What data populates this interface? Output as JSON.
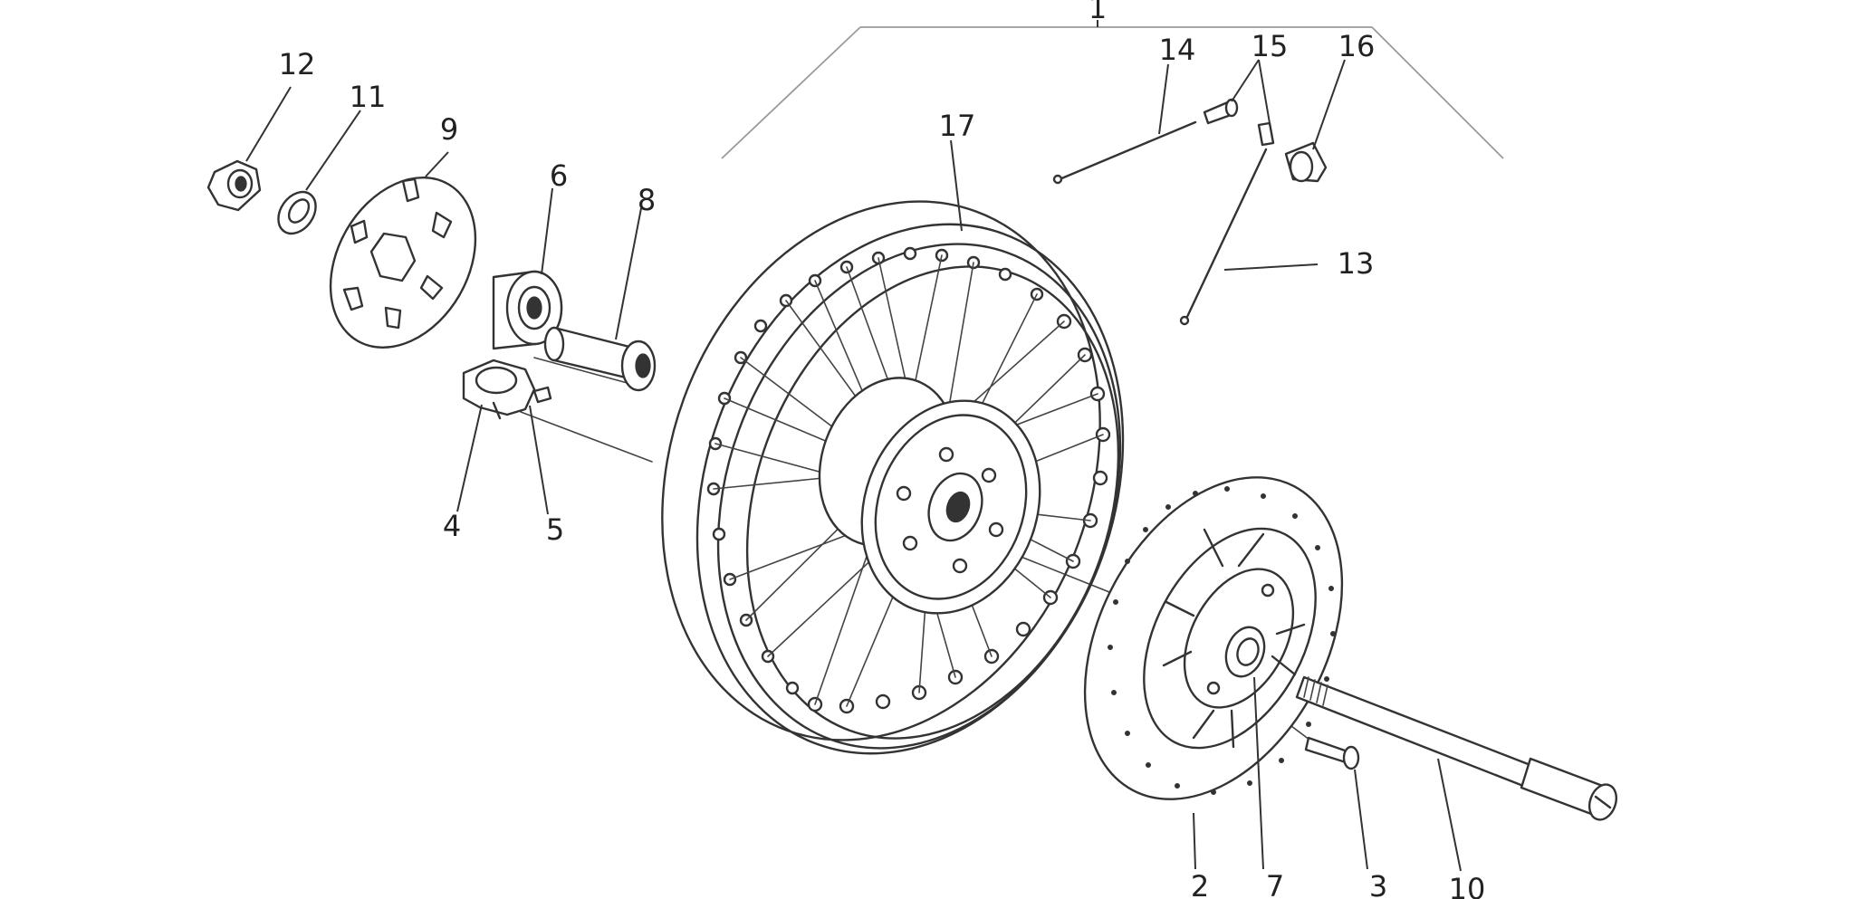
{
  "callouts": {
    "assembly": "1",
    "brake_disc": "2",
    "disc_bolt": "3",
    "bearing_housing": "4",
    "housing_screw": "5",
    "bearing": "6",
    "hub_nut": "7",
    "spacer": "8",
    "speedo_drive_plate": "9",
    "axle": "10",
    "washer": "11",
    "axle_nut": "12",
    "spoke_long": "13",
    "spoke_short": "14",
    "spoke_nipple": "15",
    "rim_band": "16",
    "rim": "17"
  },
  "colors": {
    "line": "#333333",
    "background": "#ffffff"
  }
}
